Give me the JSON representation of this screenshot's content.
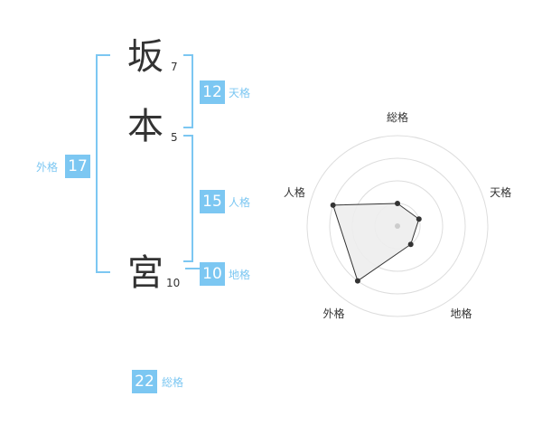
{
  "name": {
    "chars": [
      {
        "char": "坂",
        "strokes": "7"
      },
      {
        "char": "本",
        "strokes": "5"
      },
      {
        "char": "宮",
        "strokes": "10"
      }
    ]
  },
  "fortune": {
    "tenkaku": {
      "value": "12",
      "label": "天格"
    },
    "jinkaku": {
      "value": "15",
      "label": "人格"
    },
    "chikaku": {
      "value": "10",
      "label": "地格"
    },
    "gaikaku": {
      "value": "17",
      "label": "外格"
    },
    "soukaku": {
      "value": "22",
      "label": "総格"
    }
  },
  "chart_data": {
    "type": "radar",
    "axes": [
      "総格",
      "天格",
      "地格",
      "外格",
      "人格"
    ],
    "values": [
      1,
      1,
      1,
      3,
      3
    ],
    "max": 4,
    "rings": 4,
    "colors": {
      "fill": "#ededed",
      "line": "#333333",
      "grid": "#dddddd"
    }
  },
  "colors": {
    "accent": "#7cc7f2",
    "text": "#333333"
  }
}
